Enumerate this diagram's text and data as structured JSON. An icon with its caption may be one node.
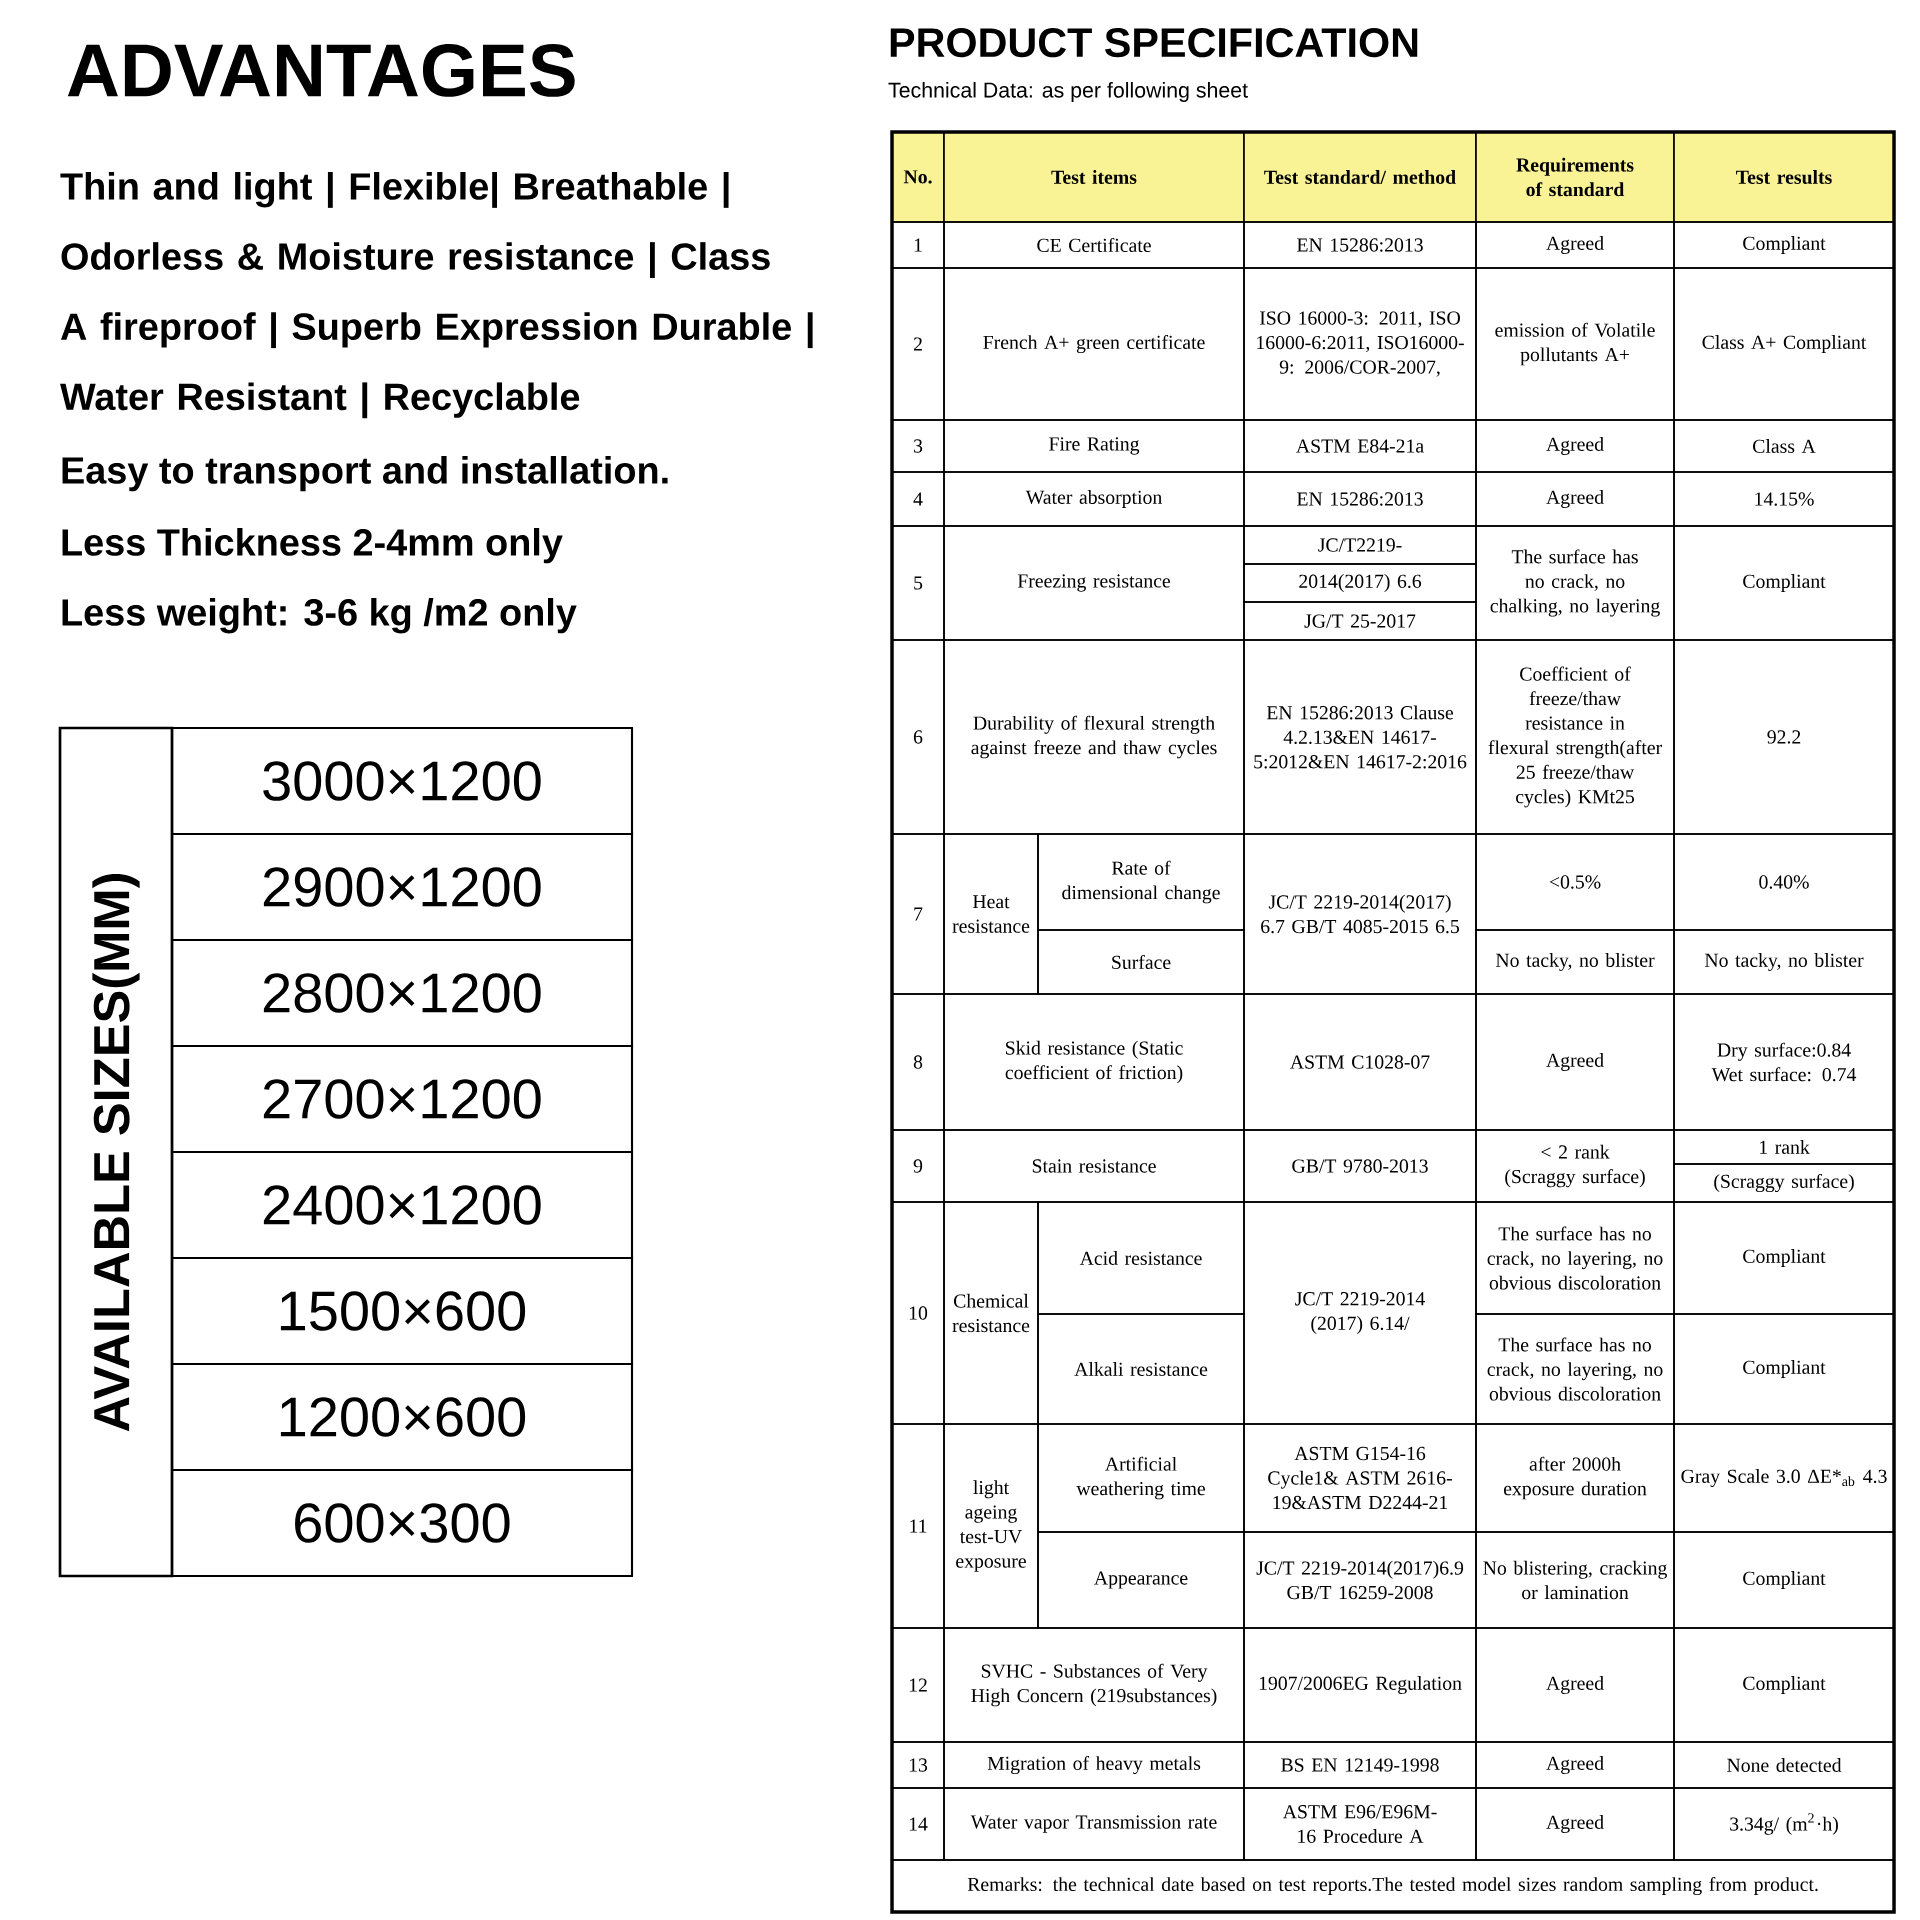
{
  "diagram": {
    "labels": [
      "ADVANTAGES",
      "Thin and light | Flexible| Breathable | Odorless & Moisture resistance | Class A fireproof | Superb Expression Durable | Water Resistant | Recyclable",
      "Easy to transport and installation.",
      "Less Thickness 2-4mm only",
      "Less weight: 3-6 kg /m2 only",
      "AVAILABLE SIZES(MM)",
      "3000×1200",
      "2900×1200",
      "2800×1200",
      "2700×1200",
      "2400×1200",
      "1500×600",
      "1200×600",
      "600×300",
      "PRODUCT SPECIFICATION",
      "Technical Data: as per following sheet",
      "No.",
      "Test items",
      "Test standard/ method",
      "Requirements of standard",
      "Test results",
      "1",
      "CE Certificate",
      "EN 15286:2013",
      "Agreed",
      "Compliant",
      "2",
      "French A+ green certificate",
      "ISO 16000-3: 2011, ISO 16000-6:2011, ISO16000-9: 2006/COR-2007,",
      "emission of Volatile pollutants A+",
      "Class A+ Compliant",
      "3",
      "Fire Rating",
      "ASTM E84-21a",
      "Agreed",
      "Class A",
      "4",
      "Water absorption",
      "EN 15286:2013",
      "Agreed",
      "14.15%",
      "5",
      "Freezing resistance",
      "JC/T2219-",
      "2014(2017) 6.6",
      "JG/T 25-2017",
      "The surface has no crack, no chalking, no layering",
      "Compliant",
      "6",
      "Durability of flexural strength against freeze and thaw cycles",
      "EN 15286:2013 Clause 4.2.13&EN 14617-5:2012&EN 14617-2:2016",
      "Coefficient of freeze/thaw resistance in flexural strength(after 25 freeze/thaw cycles) KMt25",
      "92.2",
      "7",
      "Heat resistance",
      "Rate of dimensional change",
      "JC/T 2219-2014(2017) 6.7 GB/T 4085-2015 6.5",
      "<0.5%",
      "0.40%",
      "Surface",
      "No tacky, no blister",
      "No tacky, no blister",
      "8",
      "Skid resistance (Static coefficient of friction)",
      "ASTM C1028-07",
      "Agreed",
      "Dry surface:0.84 Wet surface: 0.74",
      "9",
      "Stain resistance",
      "GB/T 9780-2013",
      "< 2 rank (Scraggy surface)",
      "1 rank",
      "(Scraggy surface)",
      "10",
      "Chemical resistance",
      "Acid resistance",
      "JC/T 2219-2014 (2017) 6.14/",
      "The surface has no crack, no layering, no obvious discoloration",
      "Compliant",
      "Alkali resistance",
      "The surface has no crack, no layering, no obvious discoloration",
      "Compliant",
      "11",
      "light ageing test-UV exposure",
      "Artificial weathering time",
      "ASTM G154-16 Cycle1& ASTM 2616-19&ASTM D2244-21",
      "after 2000h exposure duration",
      "Gray Scale 3.0 ΔE*$_{ab}$ 4.3",
      "Appearance",
      "JC/T 2219-2014(2017)6.9 GB/T 16259-2008",
      "No blistering, cracking or lamination",
      "Compliant",
      "12",
      "SVHC - Substances of Very High Concern (219substances)",
      "1907/2006EG Regulation",
      "Agreed",
      "Compliant",
      "13",
      "Migration of heavy metals",
      "BS EN 12149-1998",
      "Agreed",
      "None detected",
      "14",
      "Water vapor Transmission rate",
      "ASTM E96/E96M-16 Procedure A",
      "Agreed",
      "3.34g/ (m$^{2}$·h)",
      "Remarks: the technical date based on test reports.The tested model sizes random sampling from product."
    ]
  }
}
